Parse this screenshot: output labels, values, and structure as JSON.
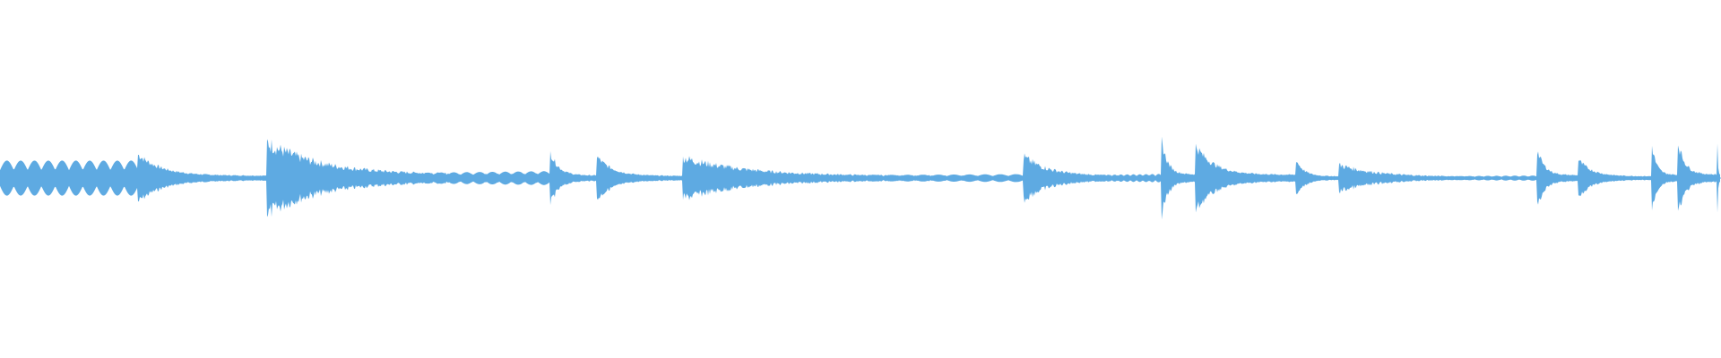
{
  "waveform": {
    "color": "#5eaae2",
    "background": "#ffffff",
    "duration_fraction_visible": 1.0,
    "events": [
      {
        "start": 0.0,
        "end": 0.08,
        "peak": 0.14,
        "style": "pulses"
      },
      {
        "start": 0.08,
        "end": 0.155,
        "peak": 0.22,
        "style": "decay"
      },
      {
        "start": 0.155,
        "end": 0.32,
        "peak": 0.35,
        "style": "decay-pulses"
      },
      {
        "start": 0.32,
        "end": 0.347,
        "peak": 0.24,
        "style": "decay"
      },
      {
        "start": 0.347,
        "end": 0.397,
        "peak": 0.2,
        "style": "decay"
      },
      {
        "start": 0.397,
        "end": 0.595,
        "peak": 0.2,
        "style": "decay-pulses"
      },
      {
        "start": 0.595,
        "end": 0.675,
        "peak": 0.21,
        "style": "decay-pulses"
      },
      {
        "start": 0.675,
        "end": 0.695,
        "peak": 0.34,
        "style": "decay"
      },
      {
        "start": 0.695,
        "end": 0.753,
        "peak": 0.3,
        "style": "decay"
      },
      {
        "start": 0.753,
        "end": 0.778,
        "peak": 0.17,
        "style": "decay"
      },
      {
        "start": 0.778,
        "end": 0.893,
        "peak": 0.13,
        "style": "decay-pulses"
      },
      {
        "start": 0.893,
        "end": 0.917,
        "peak": 0.26,
        "style": "decay"
      },
      {
        "start": 0.917,
        "end": 0.96,
        "peak": 0.17,
        "style": "decay"
      },
      {
        "start": 0.96,
        "end": 0.975,
        "peak": 0.3,
        "style": "decay"
      },
      {
        "start": 0.975,
        "end": 0.998,
        "peak": 0.33,
        "style": "decay"
      },
      {
        "start": 0.998,
        "end": 1.0,
        "peak": 0.3,
        "style": "decay"
      }
    ]
  }
}
